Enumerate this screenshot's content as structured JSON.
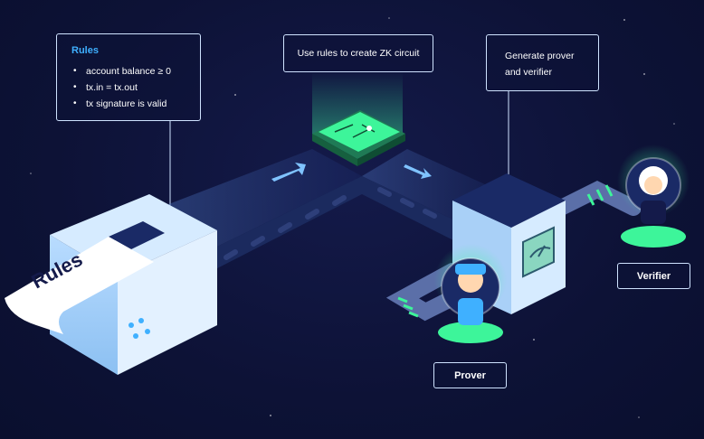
{
  "rules": {
    "title": "Rules",
    "items": [
      "account balance ≥ 0",
      "tx.in = tx.out",
      "tx signature is valid"
    ]
  },
  "zk_circuit": {
    "label": "Use rules to create ZK circuit"
  },
  "generate": {
    "label": "Generate prover and verifier"
  },
  "prover": {
    "label": "Prover"
  },
  "verifier": {
    "label": "Verifier"
  },
  "paper": {
    "text": "Rules"
  },
  "colors": {
    "background": "#0d1236",
    "accent_blue": "#3fb0ff",
    "accent_green": "#3df59a",
    "box_border": "#cfe3ff"
  }
}
